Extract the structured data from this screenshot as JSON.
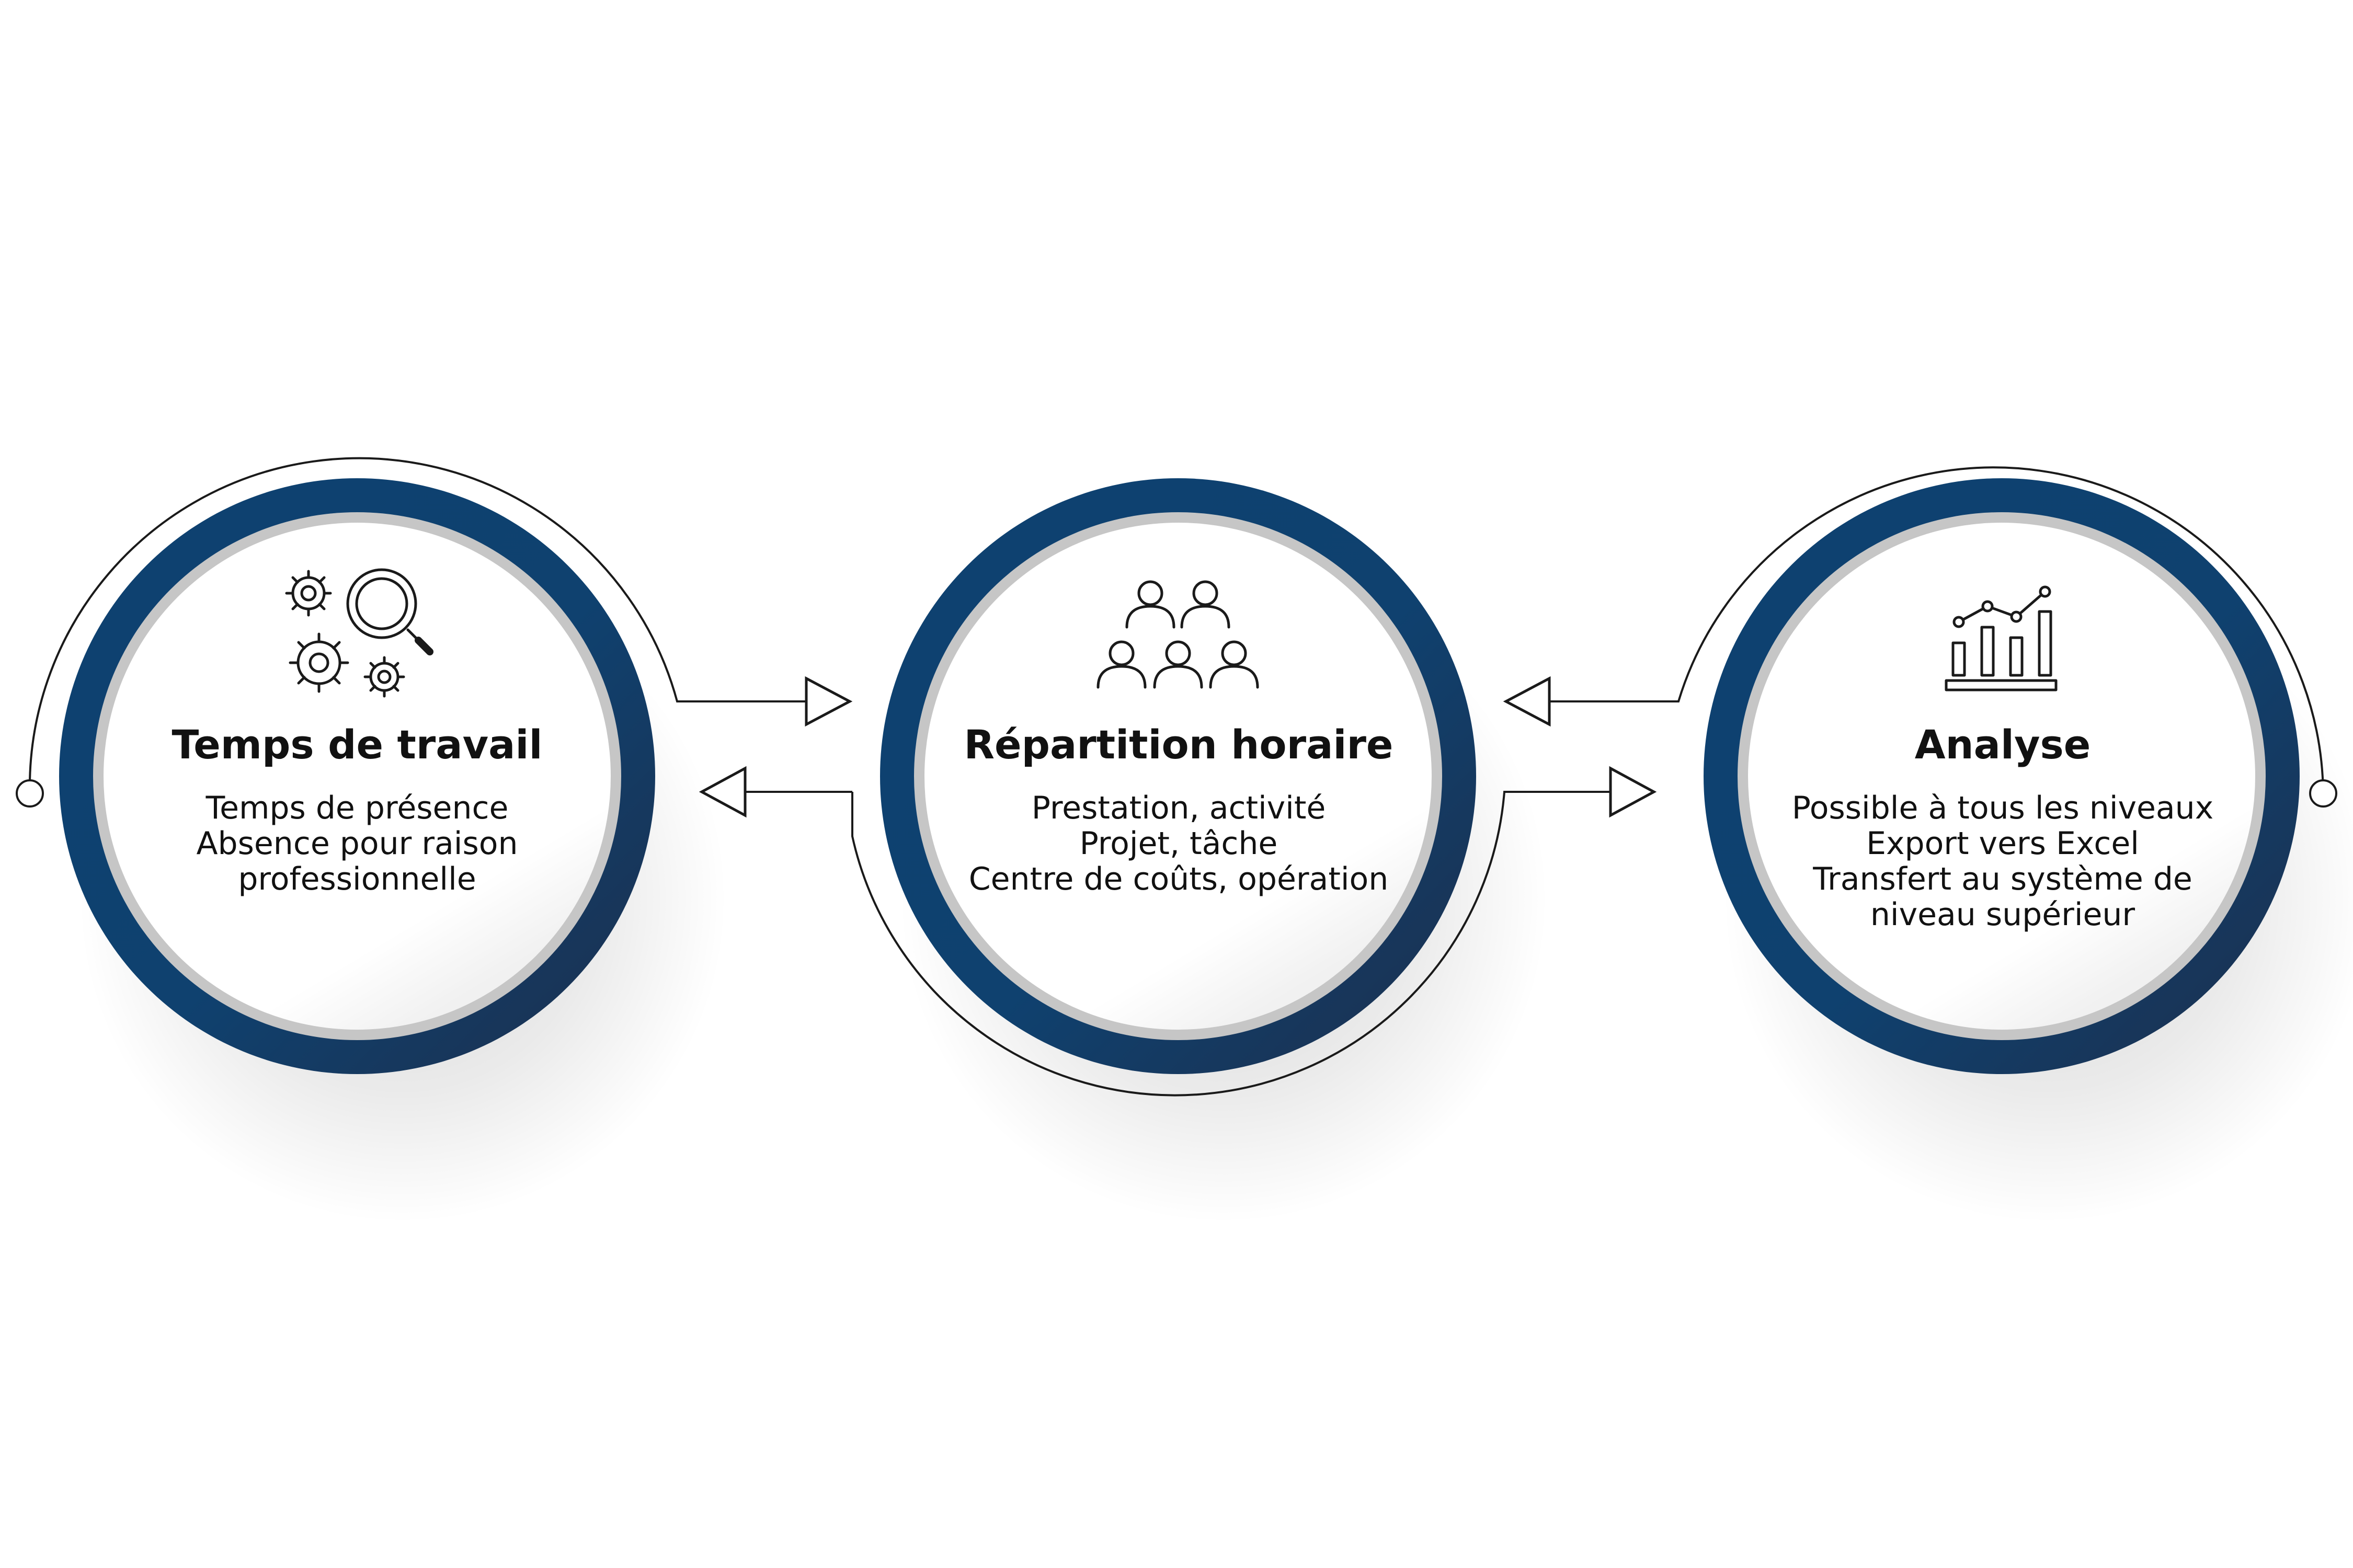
{
  "colors": {
    "ring_outer": "#0d4170",
    "ring_inner": "#1f3456",
    "ring_light": "#c9c9c9",
    "line": "#1a1a1a",
    "icon": "#1a1a1a",
    "text": "#111111"
  },
  "nodes": [
    {
      "title": "Temps de travail",
      "icon": "gears-magnifier-icon",
      "lines": [
        "Temps de présence",
        "Absence pour raison",
        "professionnelle"
      ]
    },
    {
      "title": "Répartition horaire",
      "icon": "people-group-icon",
      "lines": [
        "Prestation, activité",
        "Projet, tâche",
        "Centre de coûts, opération"
      ]
    },
    {
      "title": "Analyse",
      "icon": "bar-chart-trend-icon",
      "lines": [
        "Possible à tous les niveaux",
        "Export vers Excel",
        "Transfert au système de",
        "niveau supérieur"
      ]
    }
  ]
}
